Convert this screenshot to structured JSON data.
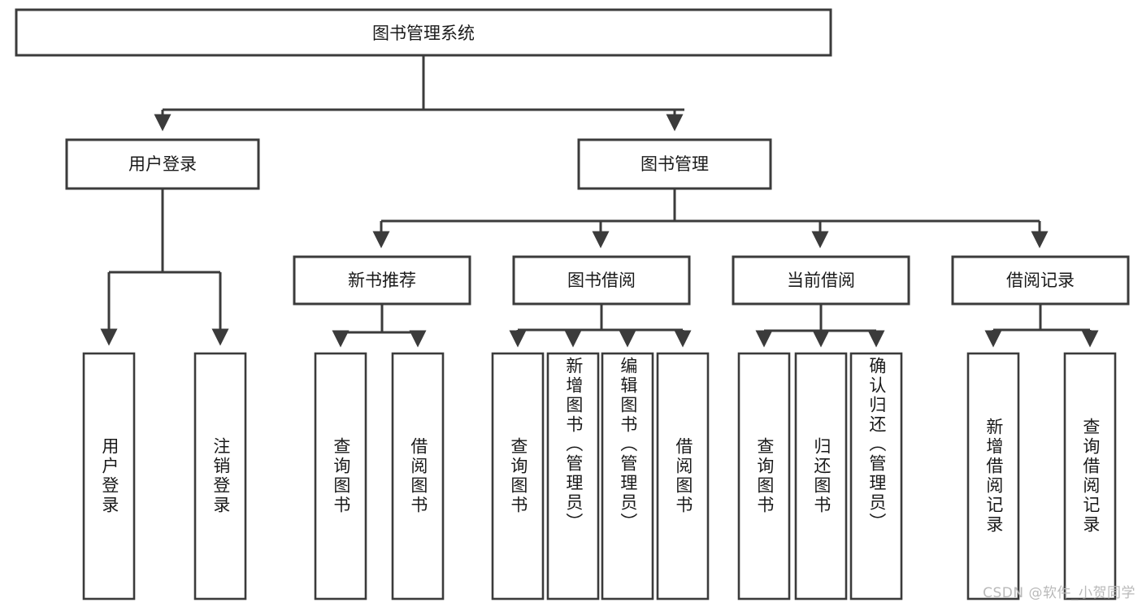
{
  "diagram": {
    "type": "tree",
    "title": "图书管理系统",
    "orientation": "top-down",
    "root": {
      "id": "root",
      "label": "图书管理系统",
      "text_orientation": "horizontal"
    },
    "level2": [
      {
        "id": "user-login",
        "label": "用户登录",
        "text_orientation": "horizontal"
      },
      {
        "id": "book-manage",
        "label": "图书管理",
        "text_orientation": "horizontal"
      }
    ],
    "level3": [
      {
        "id": "new-book-rec",
        "label": "新书推荐",
        "parent": "book-manage",
        "text_orientation": "horizontal"
      },
      {
        "id": "book-borrow",
        "label": "图书借阅",
        "parent": "book-manage",
        "text_orientation": "horizontal"
      },
      {
        "id": "current-borrow",
        "label": "当前借阅",
        "parent": "book-manage",
        "text_orientation": "horizontal"
      },
      {
        "id": "borrow-record",
        "label": "借阅记录",
        "parent": "book-manage",
        "text_orientation": "horizontal"
      }
    ],
    "leaves": [
      {
        "id": "leaf-user-login",
        "label": "用户登录",
        "parent": "user-login",
        "text_orientation": "vertical"
      },
      {
        "id": "leaf-user-logout",
        "label": "注销登录",
        "parent": "user-login",
        "text_orientation": "vertical"
      },
      {
        "id": "leaf-query-book-1",
        "label": "查询图书",
        "parent": "new-book-rec",
        "text_orientation": "vertical"
      },
      {
        "id": "leaf-borrow-book-1",
        "label": "借阅图书",
        "parent": "new-book-rec",
        "text_orientation": "vertical"
      },
      {
        "id": "leaf-query-book-2",
        "label": "查询图书",
        "parent": "book-borrow",
        "text_orientation": "vertical"
      },
      {
        "id": "leaf-add-book",
        "label": "新增图书（管理员）",
        "parent": "book-borrow",
        "text_orientation": "vertical"
      },
      {
        "id": "leaf-edit-book",
        "label": "编辑图书（管理员）",
        "parent": "book-borrow",
        "text_orientation": "vertical"
      },
      {
        "id": "leaf-borrow-book-2",
        "label": "借阅图书",
        "parent": "book-borrow",
        "text_orientation": "vertical"
      },
      {
        "id": "leaf-query-book-3",
        "label": "查询图书",
        "parent": "current-borrow",
        "text_orientation": "vertical"
      },
      {
        "id": "leaf-return-book",
        "label": "归还图书",
        "parent": "current-borrow",
        "text_orientation": "vertical"
      },
      {
        "id": "leaf-confirm-return",
        "label": "确认归还（管理员）",
        "parent": "current-borrow",
        "text_orientation": "vertical"
      },
      {
        "id": "leaf-add-record",
        "label": "新增借阅记录",
        "parent": "borrow-record",
        "text_orientation": "vertical"
      },
      {
        "id": "leaf-query-record",
        "label": "查询借阅记录",
        "parent": "borrow-record",
        "text_orientation": "vertical"
      }
    ],
    "colors": {
      "stroke": "#3b3b3b",
      "fill": "#ffffff",
      "text": "#1a1a1a",
      "watermark": "#b9b9b9"
    }
  },
  "watermark": {
    "text": "CSDN @软件_小贺同学"
  }
}
